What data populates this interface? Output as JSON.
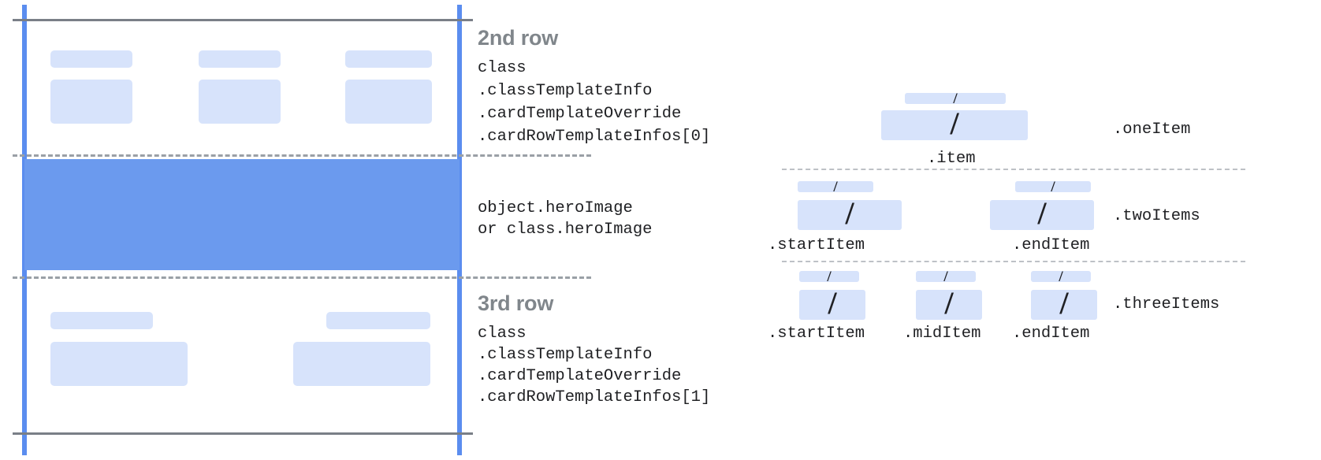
{
  "diagram": {
    "type": "card-template-layout-diagram",
    "colors": {
      "card_edge_blue": "#5b8def",
      "hero_band_blue": "#6b9aee",
      "placeholder_blue": "#d7e3fb",
      "divider_gray": "#9aa0a6",
      "frame_gray": "#7a7f87",
      "heading_gray": "#80868b",
      "code_text": "#202124"
    }
  },
  "card": {
    "rows": [
      {
        "id": "second-row",
        "heading": "2nd row",
        "code_lines": [
          "class",
          ".classTemplateInfo",
          ".cardTemplateOverride",
          ".cardRowTemplateInfos[0]"
        ],
        "cells": 3
      },
      {
        "id": "hero-row",
        "heading": "",
        "code_lines": [
          "object.heroImage",
          "or class.heroImage"
        ],
        "cells": 0
      },
      {
        "id": "third-row",
        "heading": "3rd row",
        "code_lines": [
          "class",
          ".classTemplateInfo",
          ".cardTemplateOverride",
          ".cardRowTemplateInfos[1]"
        ],
        "cells": 2
      }
    ]
  },
  "item_groups": [
    {
      "id": "one-item",
      "group_label": ".oneItem",
      "items": [
        {
          "label": ".item",
          "glyph": "/"
        }
      ]
    },
    {
      "id": "two-items",
      "group_label": ".twoItems",
      "items": [
        {
          "label": ".startItem",
          "glyph": "/"
        },
        {
          "label": ".endItem",
          "glyph": "/"
        }
      ]
    },
    {
      "id": "three-items",
      "group_label": ".threeItems",
      "items": [
        {
          "label": ".startItem",
          "glyph": "/"
        },
        {
          "label": ".midItem",
          "glyph": "/"
        },
        {
          "label": ".endItem",
          "glyph": "/"
        }
      ]
    }
  ]
}
